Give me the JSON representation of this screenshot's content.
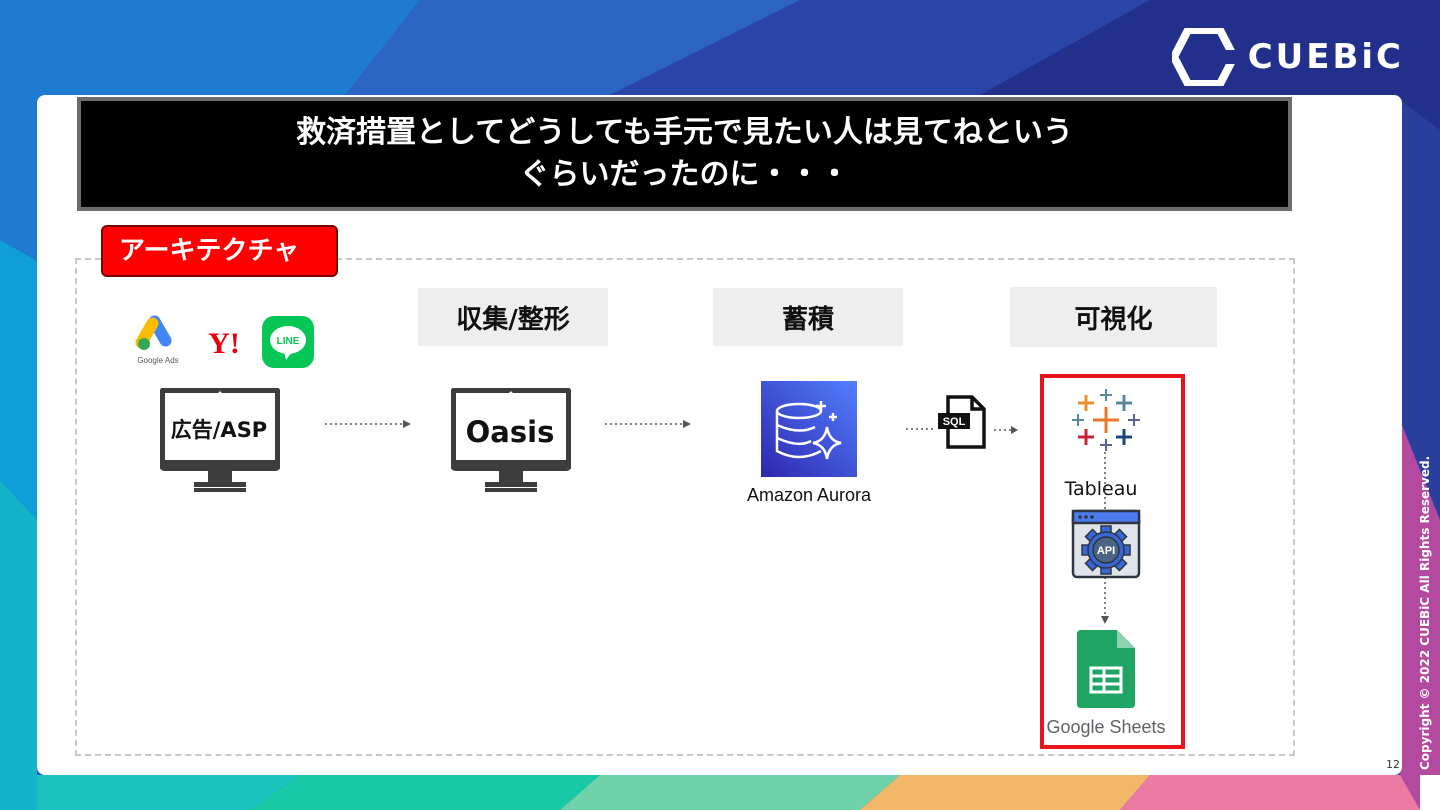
{
  "brand": {
    "name": "CUEBiC"
  },
  "banner": {
    "line1": "救済措置としてどうしても手元で見たい人は見てねという",
    "line2": "ぐらいだったのに・・・"
  },
  "section_badge": "アーキテクチャ",
  "stages": {
    "collect": "収集/整形",
    "store": "蓄積",
    "visualize": "可視化"
  },
  "sources": {
    "google_ads_label": "Google Ads",
    "yahoo_label": "Y!",
    "line_label": "LINE"
  },
  "nodes": {
    "source": "広告/ASP",
    "etl": "Oasis",
    "db": "Amazon Aurora",
    "sql_badge": "SQL",
    "bi": "Tableau",
    "api_badge": "API",
    "sheets_google": "Google",
    "sheets_name": "Sheets"
  },
  "footer": {
    "copyright": "Copyright © 2022 CUEBiC All Rights Reserved.",
    "page_number": "12"
  },
  "colors": {
    "highlight_border": "#e8141a",
    "badge_red": "#ff0000",
    "aurora_blue": "#3b48cc",
    "sheets_green": "#1fa463"
  }
}
